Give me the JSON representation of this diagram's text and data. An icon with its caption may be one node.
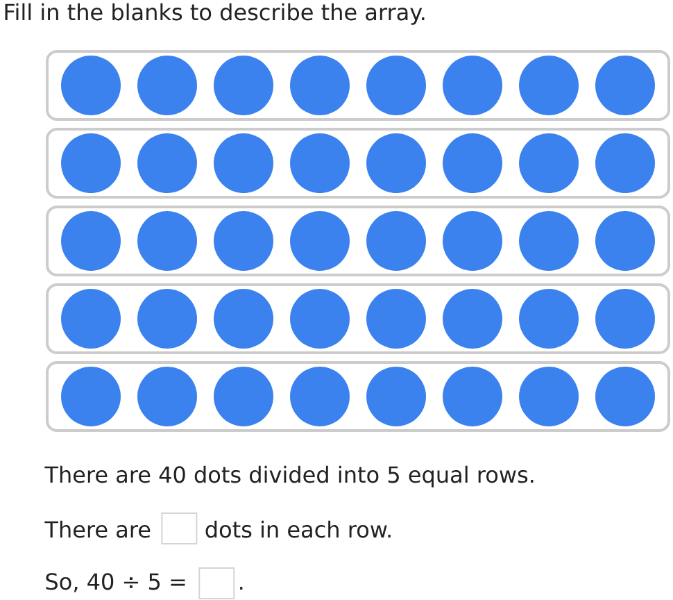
{
  "diagram": {
    "title": "Fill in the blanks to describe the array.",
    "nodes": [
      {
        "text": [],
        "shape": "box"
      },
      {
        "text": [],
        "shape": "circle",
        "in": 0
      },
      {
        "text": [],
        "shape": "circle",
        "in": 0
      },
      {
        "text": [],
        "shape": "circle",
        "in": 0
      },
      {
        "text": [],
        "shape": "circle",
        "in": 0
      },
      {
        "text": [],
        "shape": "circle",
        "in": 0
      },
      {
        "text": [],
        "shape": "circle",
        "in": 0
      },
      {
        "text": [],
        "shape": "circle",
        "in": 0
      },
      {
        "text": [],
        "shape": "circle",
        "in": 0
      },
      {
        "text": [],
        "shape": "box"
      },
      {
        "text": [],
        "shape": "circle",
        "in": 9
      },
      {
        "text": [],
        "shape": "circle",
        "in": 9
      },
      {
        "text": [],
        "shape": "circle",
        "in": 9
      },
      {
        "text": [],
        "shape": "circle",
        "in": 9
      },
      {
        "text": [],
        "shape": "circle",
        "in": 9
      },
      {
        "text": [],
        "shape": "circle",
        "in": 9
      },
      {
        "text": [],
        "shape": "circle",
        "in": 9
      },
      {
        "text": [],
        "shape": "circle",
        "in": 9
      },
      {
        "text": [],
        "shape": "box"
      },
      {
        "text": [],
        "shape": "circle",
        "in": 18
      },
      {
        "text": [],
        "shape": "circle",
        "in": 18
      },
      {
        "text": [],
        "shape": "circle",
        "in": 18
      },
      {
        "text": [],
        "shape": "circle",
        "in": 18
      },
      {
        "text": [],
        "shape": "circle",
        "in": 18
      },
      {
        "text": [],
        "shape": "circle",
        "in": 18
      },
      {
        "text": [],
        "shape": "circle",
        "in": 18
      },
      {
        "text": [],
        "shape": "circle",
        "in": 18
      },
      {
        "text": [],
        "shape": "box"
      },
      {
        "text": [],
        "shape": "circle",
        "in": 27
      },
      {
        "text": [],
        "shape": "circle",
        "in": 27
      },
      {
        "text": [],
        "shape": "circle",
        "in": 27
      },
      {
        "text": [],
        "shape": "circle",
        "in": 27
      },
      {
        "text": [],
        "shape": "circle",
        "in": 27
      },
      {
        "text": [],
        "shape": "circle",
        "in": 27
      },
      {
        "text": [],
        "shape": "circle",
        "in": 27
      },
      {
        "text": [],
        "shape": "circle",
        "in": 27
      },
      {
        "text": [],
        "shape": "box"
      },
      {
        "text": [],
        "shape": "circle",
        "in": 36
      },
      {
        "text": [],
        "shape": "circle",
        "in": 36
      },
      {
        "text": [],
        "shape": "circle",
        "in": 36
      },
      {
        "text": [],
        "shape": "circle",
        "in": 36
      },
      {
        "text": [],
        "shape": "circle",
        "in": 36
      },
      {
        "text": [],
        "shape": "circle",
        "in": 36
      },
      {
        "text": [],
        "shape": "circle",
        "in": 36
      },
      {
        "text": [],
        "shape": "circle",
        "in": 36
      }
    ],
    "labels": [
      "There are 40 dots divided into 5 equal rows.",
      "There are",
      "dots in each row.",
      "So, 40 ÷ 5 =",
      "."
    ]
  }
}
